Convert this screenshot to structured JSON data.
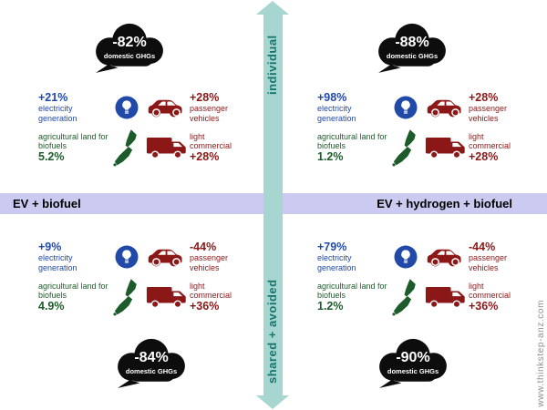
{
  "axes": {
    "vertical_top_label": "individual",
    "vertical_bottom_label": "shared + avoided",
    "horizontal_left_label": "EV + biofuel",
    "horizontal_right_label": "EV + hydrogen + biofuel"
  },
  "watermark": "www.thinkstep-anz.com",
  "colors": {
    "arrow": "#a7d6d1",
    "axis_text": "#17756b",
    "band": "#cbcbf2",
    "cloud": "#0d0d0d",
    "electricity_blue": "#2149a8",
    "land_green": "#1e5b2a",
    "vehicle_red": "#8c1717",
    "watermark_gray": "#8f8f8f"
  },
  "icons": {
    "electricity": "lightbulb-icon",
    "passenger": "car-icon",
    "commercial": "van-icon",
    "land": "new-zealand-map-icon",
    "ghg": "cloud-icon"
  },
  "quadrants": [
    {
      "name": "individual / EV + biofuel",
      "cloud_value": "-82%",
      "cloud_label": "domestic GHGs",
      "electricity_value": "+21%",
      "electricity_label": "electricity generation",
      "land_label": "agricultural land for biofuels",
      "land_value": "5.2%",
      "passenger_value": "+28%",
      "passenger_label": "passenger vehicles",
      "commercial_label": "light commercial",
      "commercial_value": "+28%"
    },
    {
      "name": "individual / EV + hydrogen + biofuel",
      "cloud_value": "-88%",
      "cloud_label": "domestic GHGs",
      "electricity_value": "+98%",
      "electricity_label": "electricity generation",
      "land_label": "agricultural land for biofuels",
      "land_value": "1.2%",
      "passenger_value": "+28%",
      "passenger_label": "passenger vehicles",
      "commercial_label": "light commercial",
      "commercial_value": "+28%"
    },
    {
      "name": "shared + avoided / EV + biofuel",
      "cloud_value": "-84%",
      "cloud_label": "domestic GHGs",
      "electricity_value": "+9%",
      "electricity_label": "electricity generation",
      "land_label": "agricultural land for biofuels",
      "land_value": "4.9%",
      "passenger_value": "-44%",
      "passenger_label": "passenger vehicles",
      "commercial_label": "light commercial",
      "commercial_value": "+36%"
    },
    {
      "name": "shared + avoided / EV + hydrogen + biofuel",
      "cloud_value": "-90%",
      "cloud_label": "domestic GHGs",
      "electricity_value": "+79%",
      "electricity_label": "electricity generation",
      "land_label": "agricultural land for biofuels",
      "land_value": "1.2%",
      "passenger_value": "-44%",
      "passenger_label": "passenger vehicles",
      "commercial_label": "light commercial",
      "commercial_value": "+36%"
    }
  ]
}
